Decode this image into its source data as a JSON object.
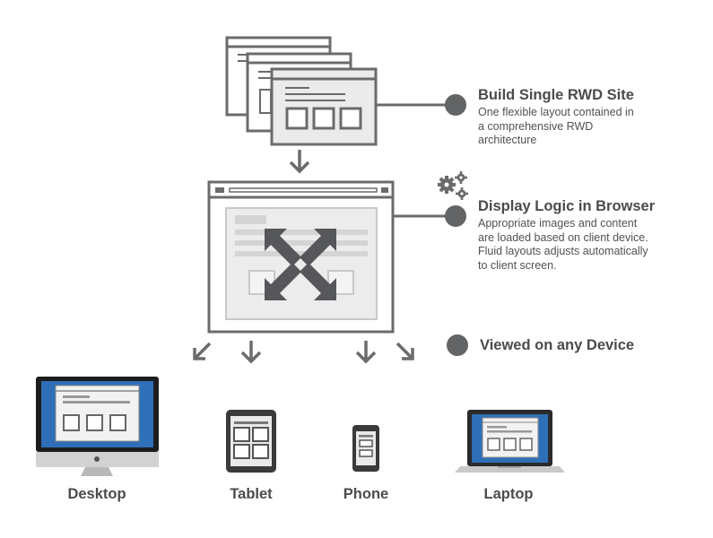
{
  "steps": [
    {
      "title": "Build Single RWD Site",
      "description": "One flexible layout contained in\na comprehensive RWD\narchitecture"
    },
    {
      "title": "Display Logic in Browser",
      "description": "Appropriate images and content\nare loaded based on client device.\nFluid layouts adjusts automatically\nto client screen."
    },
    {
      "title": "Viewed on any Device",
      "description": ""
    }
  ],
  "devices": [
    {
      "label": "Desktop",
      "icon": "desktop-icon"
    },
    {
      "label": "Tablet",
      "icon": "tablet-icon"
    },
    {
      "label": "Phone",
      "icon": "phone-icon"
    },
    {
      "label": "Laptop",
      "icon": "laptop-icon"
    }
  ],
  "colors": {
    "line": "#6a6b6d",
    "fill_light": "#ececec",
    "fill_mid": "#dcdcdc",
    "bullet": "#636466",
    "screen_blue": "#2f6fb7",
    "silver": "#c9c9c9"
  }
}
